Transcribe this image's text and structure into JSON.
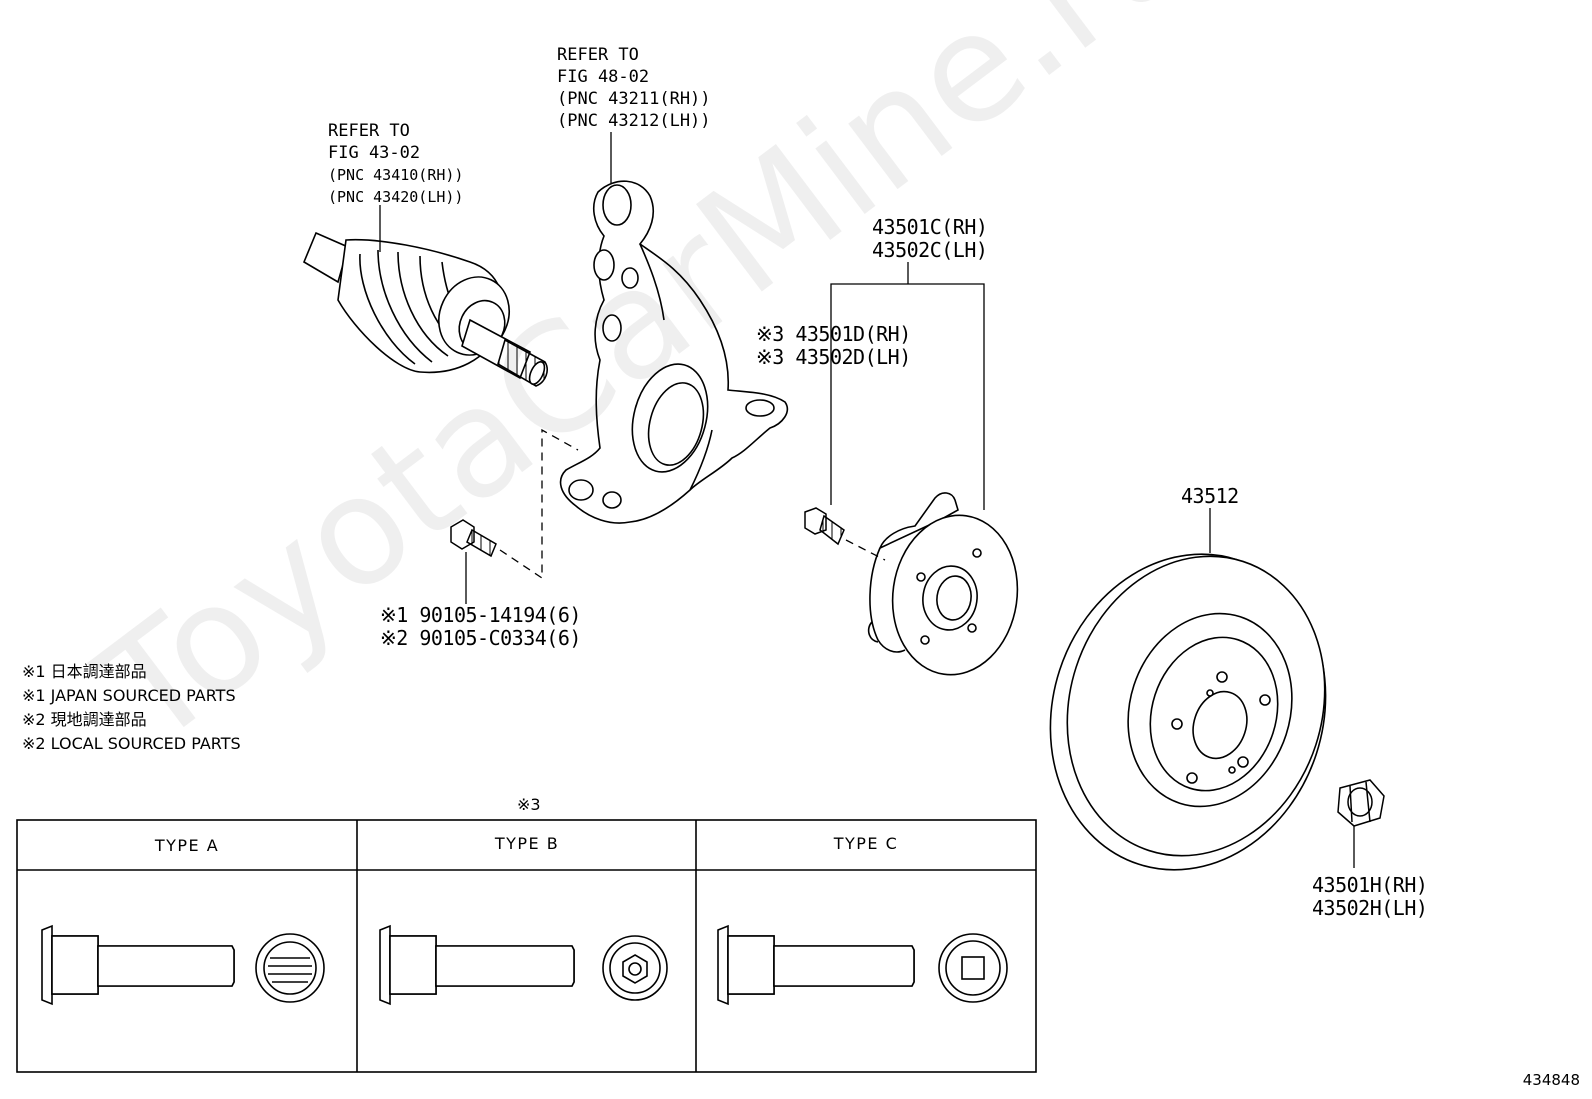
{
  "labels": {
    "driveshaft_ref": [
      "REFER TO",
      "FIG 43-02",
      "(PNC 43410(RH))",
      "(PNC 43420(LH))"
    ],
    "knuckle_ref": [
      "REFER TO",
      "FIG 48-02",
      "(PNC 43211(RH))",
      "(PNC 43212(LH))"
    ],
    "hub_assy": [
      "43501C(RH)",
      "43502C(LH)"
    ],
    "hub_bolt": [
      "※3 43501D(RH)",
      "※3 43502D(LH)"
    ],
    "knuckle_bolt": [
      "※1 90105-14194(6)",
      "※2 90105-C0334(6)"
    ],
    "disc": "43512",
    "hub_nut": [
      "43501H(RH)",
      "43502H(LH)"
    ]
  },
  "notes": [
    "※1 日本調達部品",
    "※1 JAPAN SOURCED PARTS",
    "※2 現地調達部品",
    "※2 LOCAL SOURCED PARTS"
  ],
  "type_table": {
    "marker": "※3",
    "headers": [
      "TYPE A",
      "TYPE B",
      "TYPE C"
    ]
  },
  "watermark": "ToyotaCarMine.ru",
  "figure_number": "434848"
}
